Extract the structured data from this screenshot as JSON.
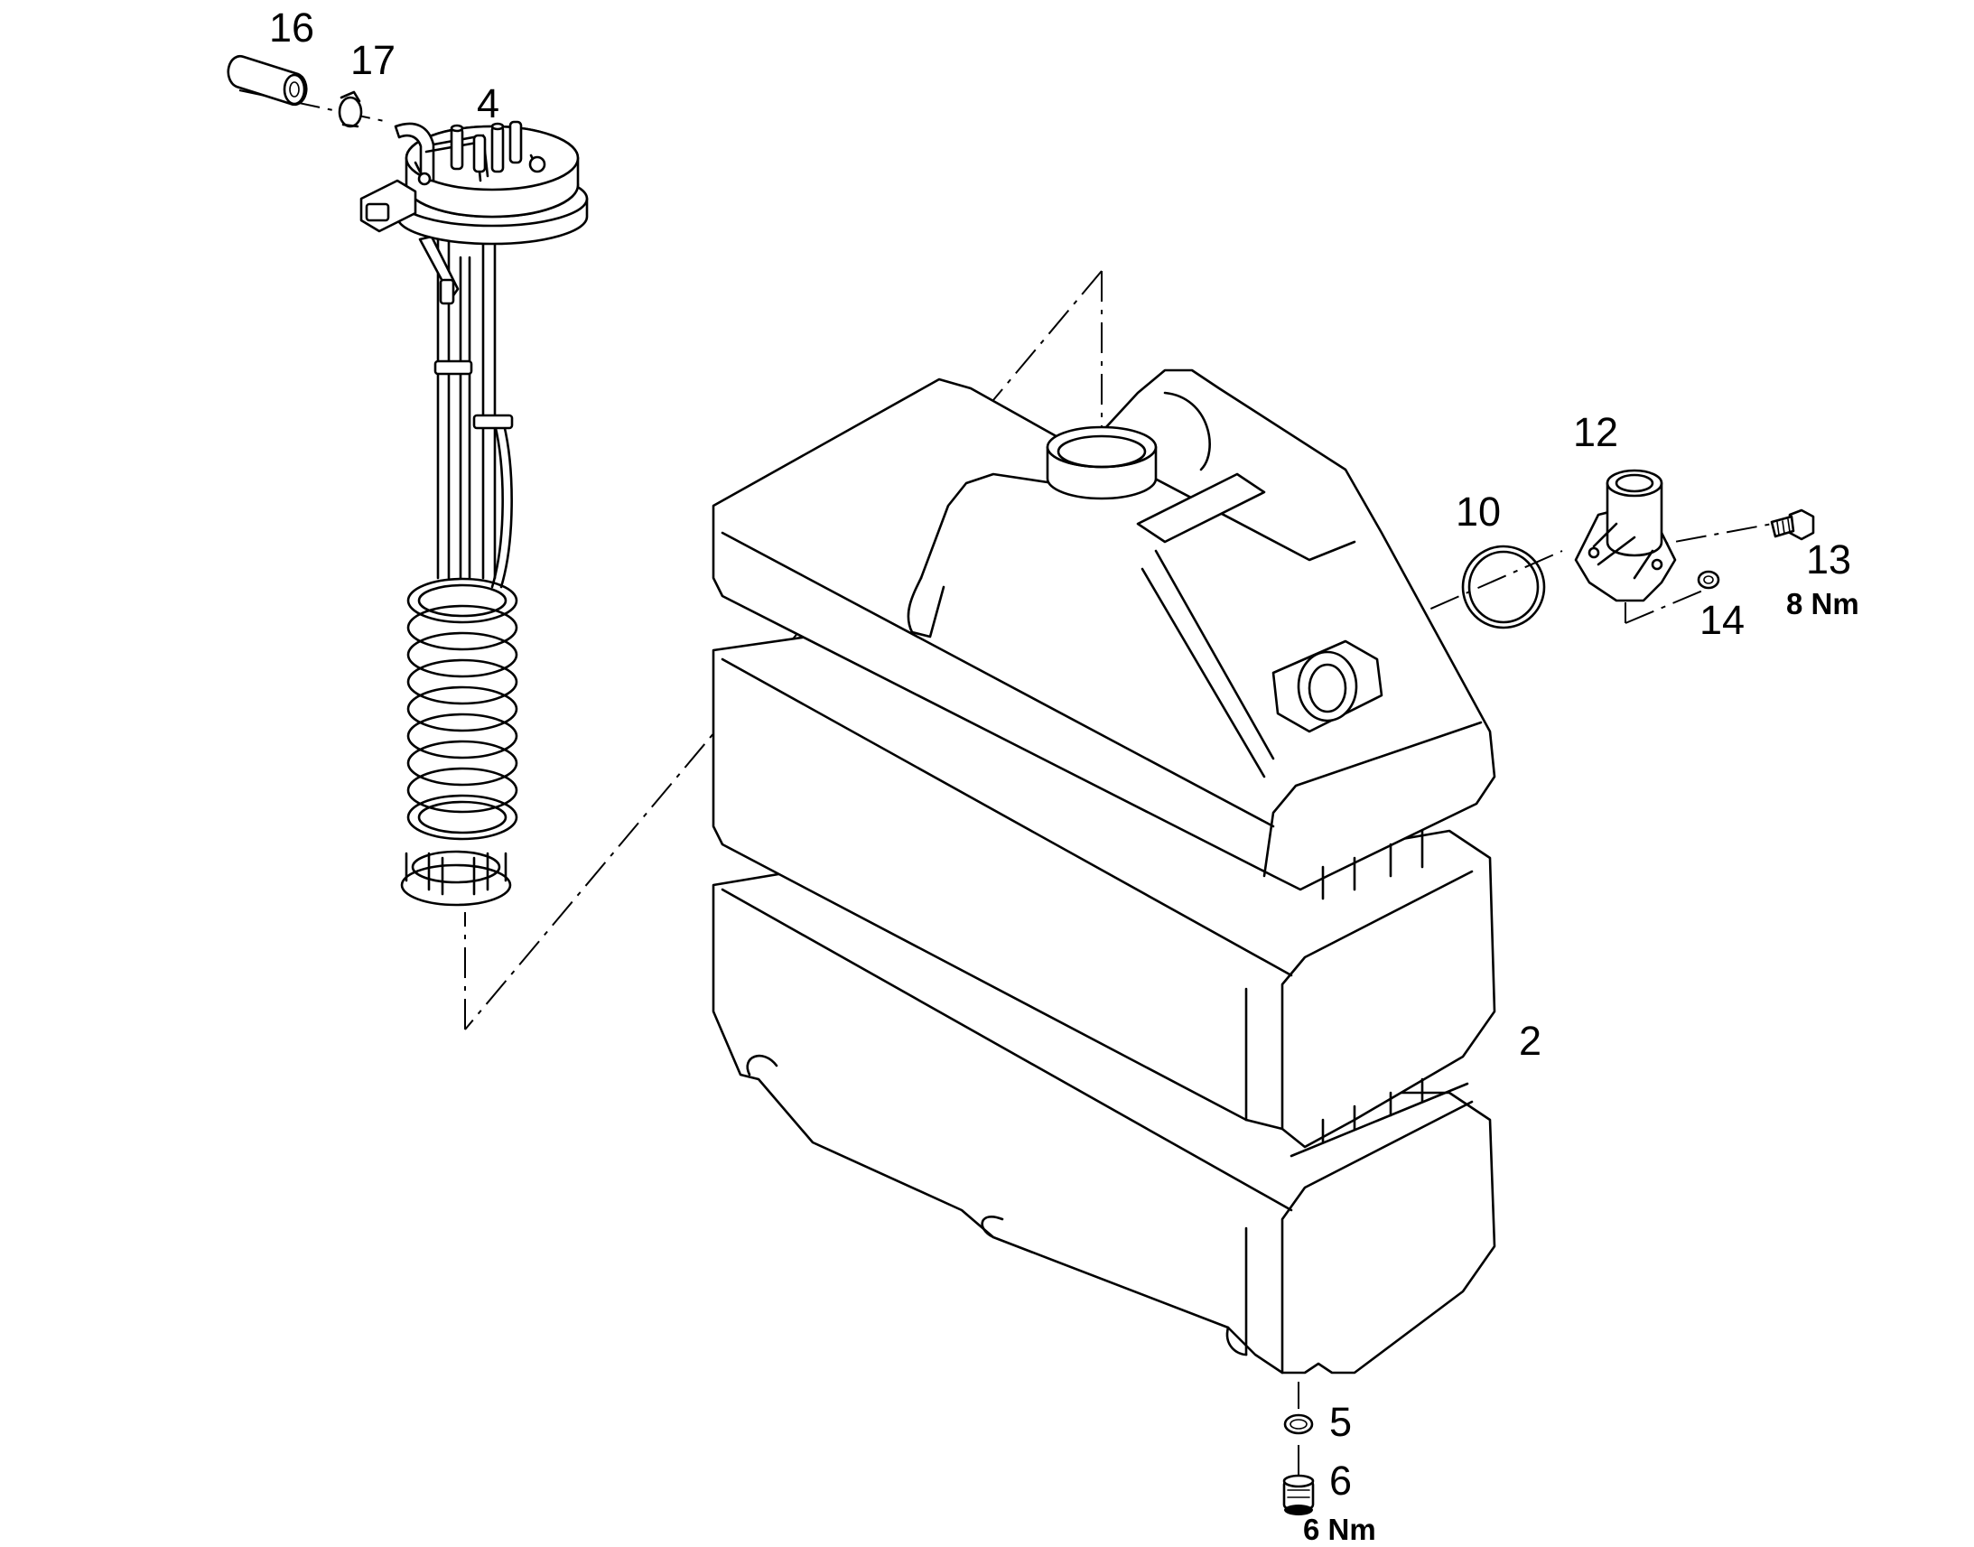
{
  "diagram": {
    "type": "exploded-parts-view",
    "callouts": {
      "c16": "16",
      "c17": "17",
      "c4": "4",
      "c12": "12",
      "c10": "10",
      "c13": "13",
      "c14": "14",
      "c2": "2",
      "c5": "5",
      "c6": "6"
    },
    "torques": {
      "t13": "8 Nm",
      "t6": "6 Nm"
    }
  }
}
